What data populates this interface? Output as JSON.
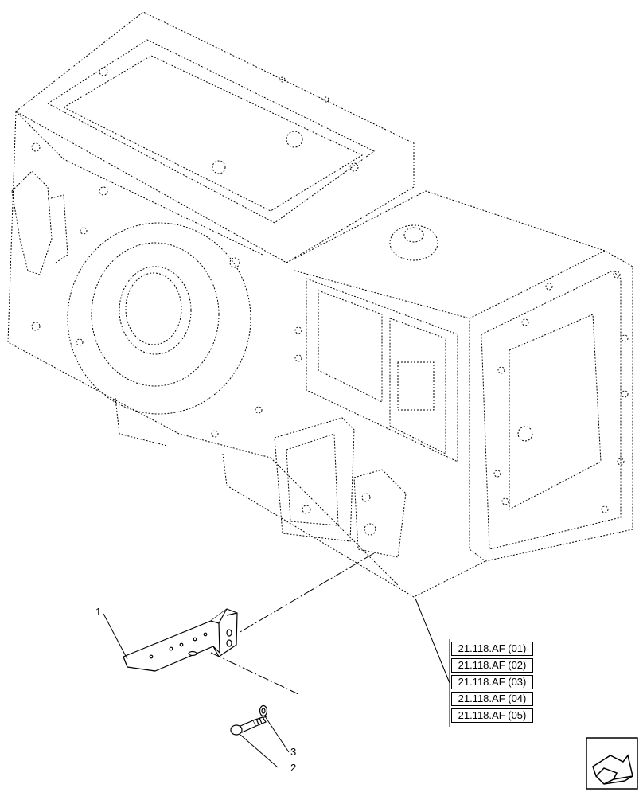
{
  "callouts": [
    {
      "id": "1",
      "label": "1"
    },
    {
      "id": "2",
      "label": "2"
    },
    {
      "id": "3",
      "label": "3"
    }
  ],
  "references": [
    "21.118.AF (01)",
    "21.118.AF (02)",
    "21.118.AF (03)",
    "21.118.AF (04)",
    "21.118.AF (05)"
  ],
  "icons": {
    "navigation": "next-page-arrow-icon"
  },
  "colors": {
    "line": "#000000",
    "background": "#ffffff"
  }
}
